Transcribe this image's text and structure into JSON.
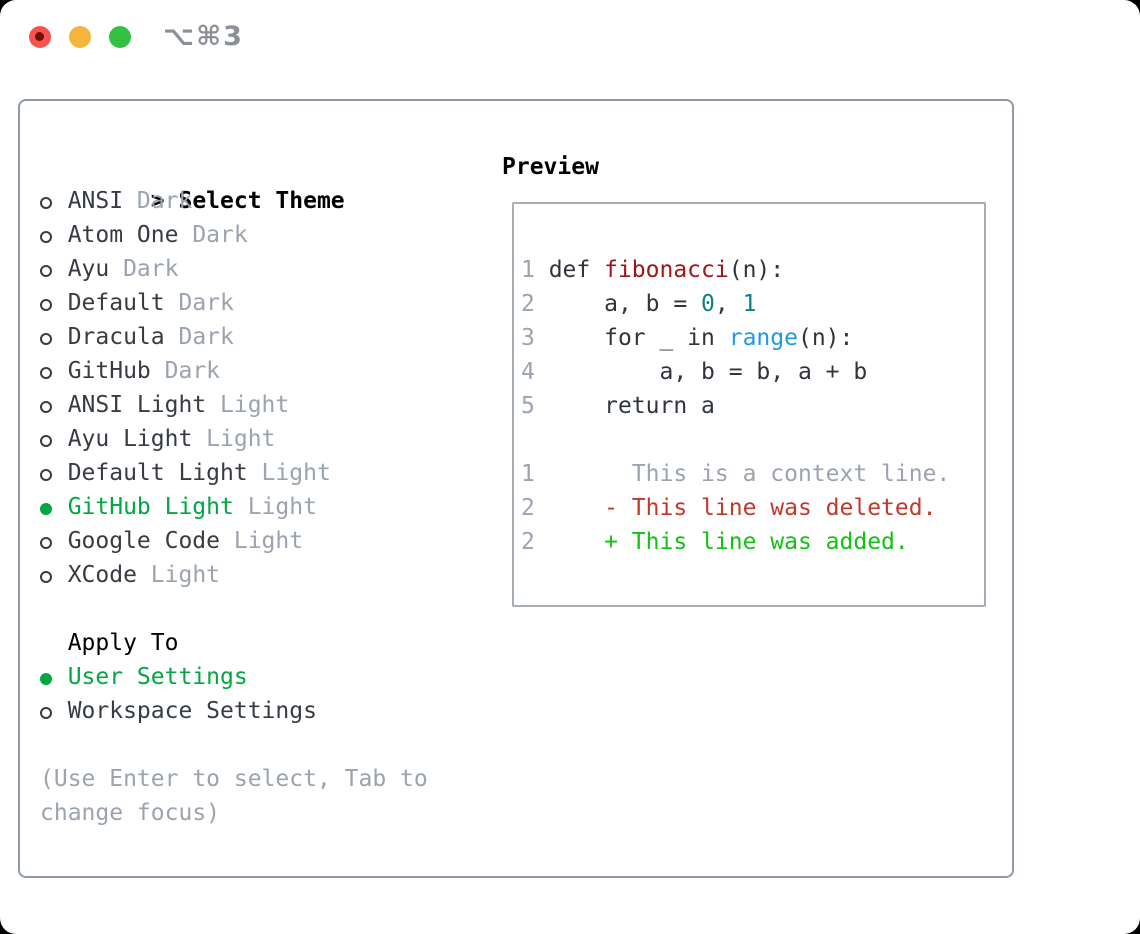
{
  "window": {
    "title": "⌥⌘3"
  },
  "theme_picker": {
    "heading_marker": ">",
    "heading": "Select Theme",
    "themes": [
      {
        "name": "ANSI",
        "variant": "Dark",
        "selected": false
      },
      {
        "name": "Atom One",
        "variant": "Dark",
        "selected": false
      },
      {
        "name": "Ayu",
        "variant": "Dark",
        "selected": false
      },
      {
        "name": "Default",
        "variant": "Dark",
        "selected": false
      },
      {
        "name": "Dracula",
        "variant": "Dark",
        "selected": false
      },
      {
        "name": "GitHub",
        "variant": "Dark",
        "selected": false
      },
      {
        "name": "ANSI Light",
        "variant": "Light",
        "selected": false
      },
      {
        "name": "Ayu Light",
        "variant": "Light",
        "selected": false
      },
      {
        "name": "Default Light",
        "variant": "Light",
        "selected": false
      },
      {
        "name": "GitHub Light",
        "variant": "Light",
        "selected": true
      },
      {
        "name": "Google Code",
        "variant": "Light",
        "selected": false
      },
      {
        "name": "XCode",
        "variant": "Light",
        "selected": false
      }
    ],
    "apply_to": {
      "heading": "Apply To",
      "options": [
        {
          "name": "User Settings",
          "selected": true
        },
        {
          "name": "Workspace Settings",
          "selected": false
        }
      ]
    },
    "hint": "(Use Enter to select, Tab to change focus)"
  },
  "preview": {
    "heading": "Preview",
    "code_lines": [
      {
        "num": "1",
        "segs": [
          [
            "def ",
            "p"
          ],
          [
            "fibonacci",
            "fn"
          ],
          [
            "(n):",
            "p"
          ]
        ]
      },
      {
        "num": "2",
        "segs": [
          [
            "    a, b = ",
            "p"
          ],
          [
            "0",
            "num"
          ],
          [
            ", ",
            "p"
          ],
          [
            "1",
            "num"
          ]
        ]
      },
      {
        "num": "3",
        "segs": [
          [
            "    for _ in ",
            "p"
          ],
          [
            "range",
            "bi"
          ],
          [
            "(n):",
            "p"
          ]
        ]
      },
      {
        "num": "4",
        "segs": [
          [
            "        a, b = b, a + b",
            "p"
          ]
        ]
      },
      {
        "num": "5",
        "segs": [
          [
            "    return a",
            "p"
          ]
        ]
      }
    ],
    "diff_lines": [
      {
        "num": "1",
        "segs": [
          [
            "      This is a context line.",
            "ctx"
          ]
        ]
      },
      {
        "num": "2",
        "segs": [
          [
            "    ",
            "p"
          ],
          [
            "- This line was deleted.",
            "del"
          ]
        ]
      },
      {
        "num": "2",
        "segs": [
          [
            "    ",
            "p"
          ],
          [
            "+ This line was added.",
            "add"
          ]
        ]
      }
    ]
  },
  "colors": {
    "close-red": "#f4544d",
    "close-dot": "#6e100a",
    "min-yellow": "#f5b43c",
    "zoom-green": "#33c23f",
    "title-gray": "#8b9096",
    "panel-border": "#8f99a4",
    "preview-border": "#a6adb5",
    "heading-black": "#000000",
    "item-dark": "#363c42",
    "variant-gray": "#9aa3ae",
    "selected-green": "#00a743",
    "hint-gray": "#9aa3ae",
    "lnum-gray": "#9aa3ae",
    "code-plain": "#2f353b",
    "code-fn-red": "#9e1418",
    "code-num-teal": "#0d8181",
    "code-builtin-blue": "#1e9cd8",
    "diff-ctx-gray": "#9aa3ae",
    "diff-del-red": "#c0392b",
    "diff-add-green": "#12c112"
  }
}
